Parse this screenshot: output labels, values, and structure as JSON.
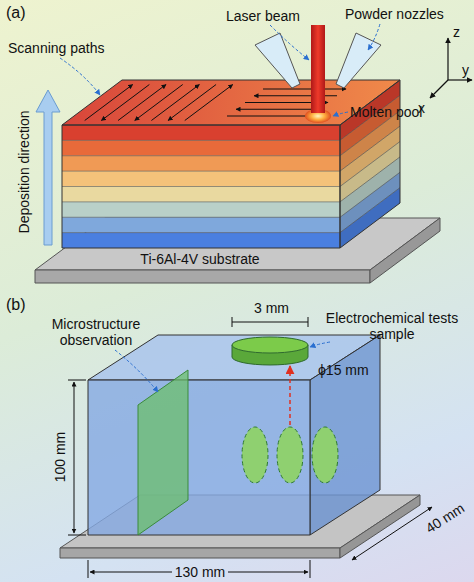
{
  "diagram": {
    "nodes": [
      {
        "text": [
          "Ti-6Al-4V substrate"
        ]
      }
    ],
    "labels": [
      "(a)",
      "Laser beam",
      "Powder nozzles",
      "Scanning paths",
      "Molten pool",
      "z",
      "y",
      "x",
      "Deposition direction",
      "(b)",
      "3 mm",
      "Microstructure observation",
      "Electrochemical tests sample",
      "ϕ15 mm",
      "100 mm",
      "40 mm",
      "130 mm"
    ]
  }
}
